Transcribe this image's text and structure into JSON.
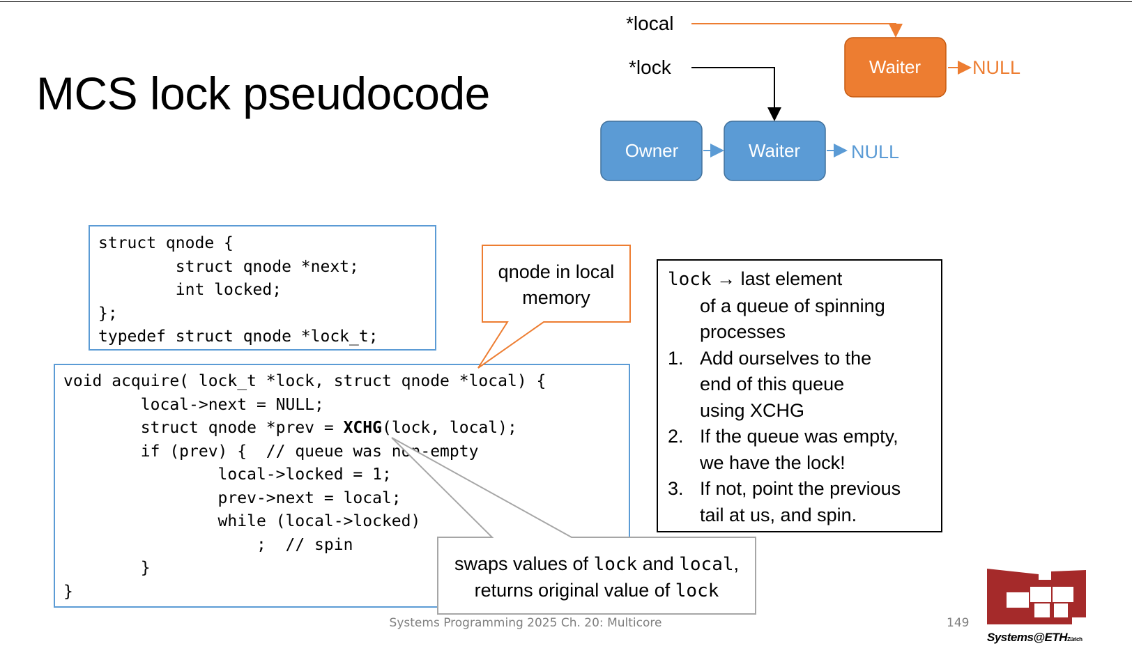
{
  "slide": {
    "title": "MCS lock pseudocode",
    "footer": "Systems Programming 2025 Ch. 20: Multicore",
    "page_number": "149"
  },
  "diagram": {
    "local_label": "*local",
    "lock_label": "*lock",
    "owner_label": "Owner",
    "waiter_blue_label": "Waiter",
    "waiter_orange_label": "Waiter",
    "null_blue": "NULL",
    "null_orange": "NULL",
    "colors": {
      "blue": "#5b9bd5",
      "orange": "#ed7d31"
    }
  },
  "code": {
    "struct_block": "struct qnode {\n        struct qnode *next;\n        int locked;\n};\ntypedef struct qnode *lock_t;",
    "acquire_line1": "void acquire( lock_t *lock, struct qnode *local) {",
    "acquire_line2": "        local->next = NULL;",
    "acquire_line3_pre": "        struct qnode *prev = ",
    "acquire_line3_bold": "XCHG",
    "acquire_line3_post": "(lock, local);",
    "acquire_rest": "        if (prev) {  // queue was non-empty\n                local->locked = 1;\n                prev->next = local;\n                while (local->locked)\n                    ;  // spin\n        }\n}"
  },
  "callouts": {
    "qnode_line1": "qnode in local",
    "qnode_line2": "memory",
    "swap_pre": "swaps values of ",
    "swap_lock": "lock",
    "swap_and": " and ",
    "swap_local": "local",
    "swap_comma": ",",
    "swap_line2_pre": "returns original value of ",
    "swap_line2_lock": "lock"
  },
  "steps": {
    "intro_mono": "lock",
    "intro_rest": " → last element",
    "intro_line2": "of a queue of spinning",
    "intro_line3": "processes",
    "items": [
      {
        "num": "1.",
        "line1": "Add ourselves to the",
        "line2": "end of this queue",
        "line3": "using XCHG"
      },
      {
        "num": "2.",
        "line1": "If the queue was empty,",
        "line2": "we have the lock!"
      },
      {
        "num": "3.",
        "line1": "If not, point the previous",
        "line2": "tail at us, and spin."
      }
    ]
  },
  "logo": {
    "text": "Systems@ETH",
    "subtext": "Zürich"
  }
}
